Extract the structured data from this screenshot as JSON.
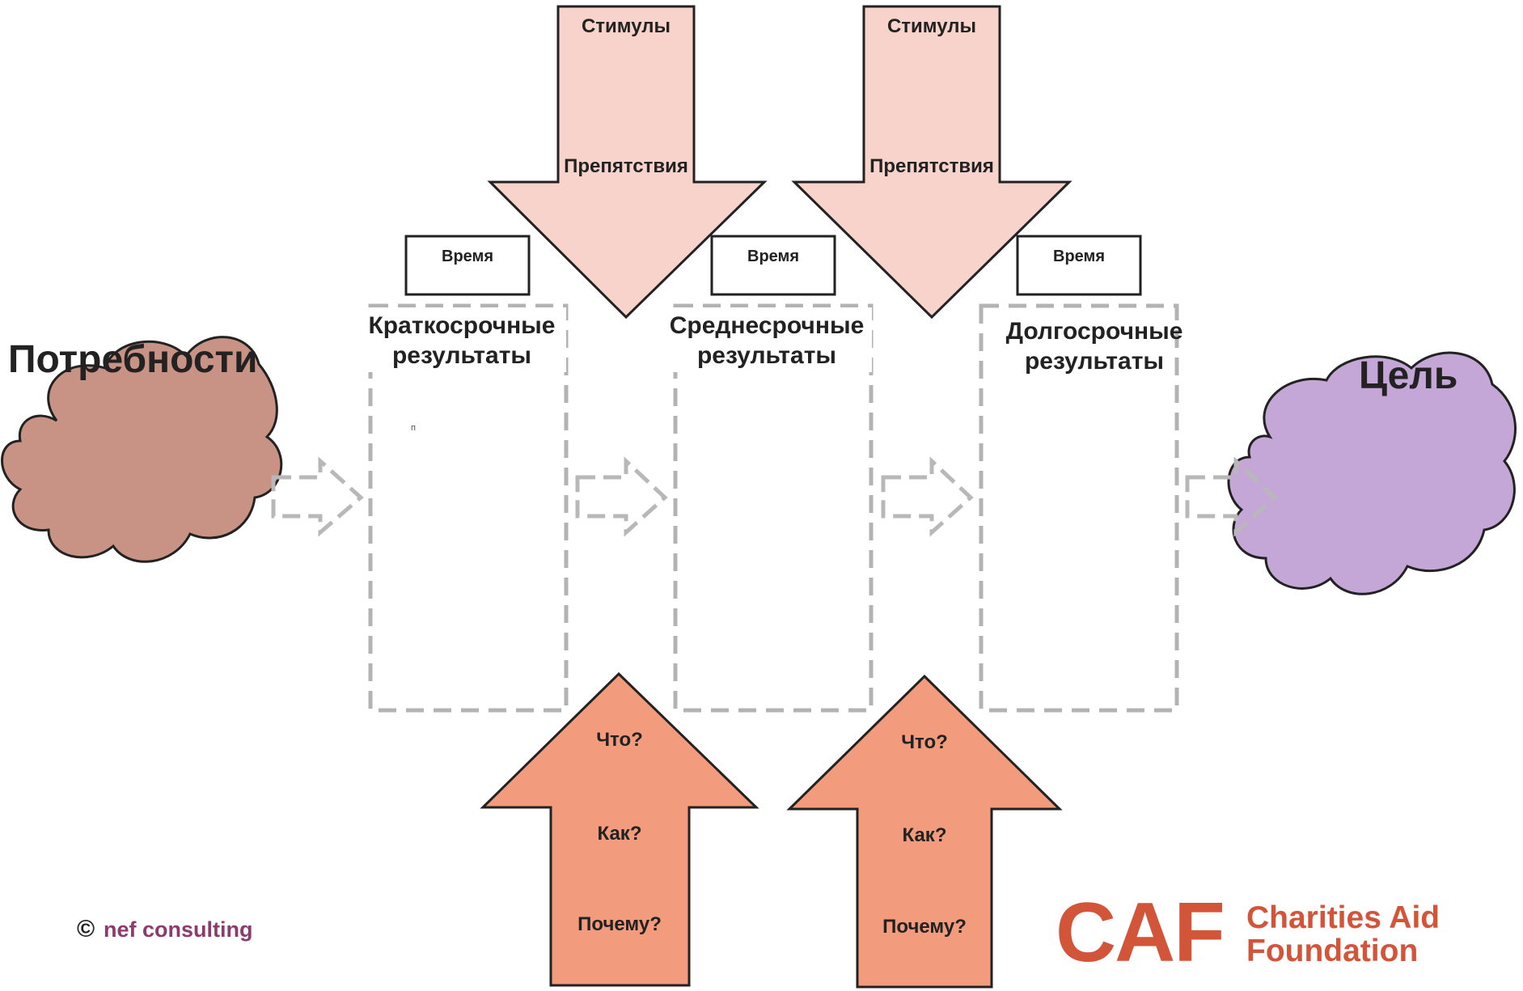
{
  "needs": {
    "label": "Потребности",
    "color": "#c89384"
  },
  "goal": {
    "label": "Цель",
    "color": "#c4a7d7"
  },
  "outcomes": [
    {
      "time_label": "Время",
      "line1": "Краткосрочные",
      "line2": "результаты"
    },
    {
      "time_label": "Время",
      "line1": "Среднесрочные",
      "line2": "результаты"
    },
    {
      "time_label": "Время",
      "line1": "Долгосрочные",
      "line2": "результаты"
    }
  ],
  "stray_mark": "п",
  "down_arrows": [
    {
      "top": "Стимулы",
      "bottom": "Препятствия"
    },
    {
      "top": "Стимулы",
      "bottom": "Препятствия"
    }
  ],
  "up_arrows": [
    {
      "q1": "Что?",
      "q2": "Как?",
      "q3": "Почему?"
    },
    {
      "q1": "Что?",
      "q2": "Как?",
      "q3": "Почему?"
    }
  ],
  "colors": {
    "down_arrow_fill": "#f8d3cb",
    "up_arrow_fill": "#f29b7d",
    "dashed": "#b3b3b3",
    "caf": "#d2553a",
    "nef": "#8d3a6e"
  },
  "credit": {
    "symbol": "©",
    "text": "nef consulting"
  },
  "logo": {
    "mark": "CAF",
    "line1": "Charities Aid",
    "line2": "Foundation"
  }
}
